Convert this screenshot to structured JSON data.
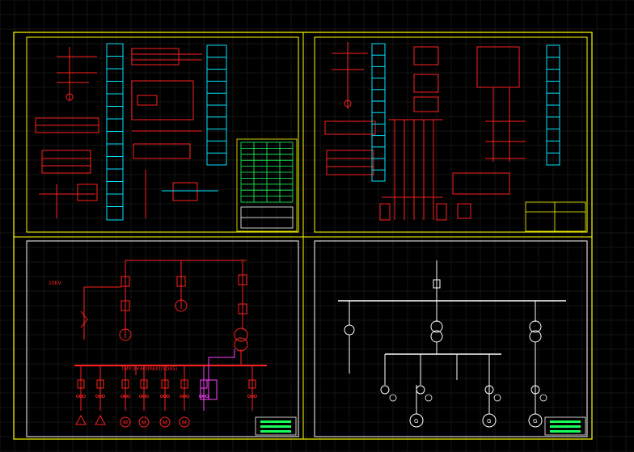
{
  "colors": {
    "background": "#000000",
    "grid": "#2a2a2a",
    "sheet_border": "#ffff00",
    "red": "#ff2020",
    "cyan": "#00e5ff",
    "white": "#ffffff",
    "green": "#19ff5a",
    "magenta": "#ff40ff",
    "yellow": "#ffff00"
  },
  "sheet3": {
    "bus_label": "TMY-3×40(MAX)(SD45)",
    "incoming_label": "10KV",
    "motor_label": "M"
  },
  "sheet4": {
    "generator_label": "G"
  }
}
